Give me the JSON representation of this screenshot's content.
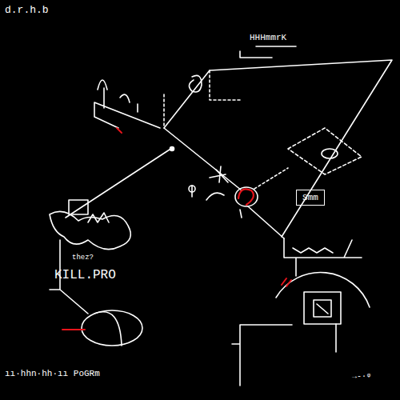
{
  "diagram": {
    "nodes": [
      {
        "text": [
          "Smm"
        ]
      }
    ],
    "labels": [
      "d.r.h.b",
      "HHHmmrK",
      "thez?",
      "KILL.PRO",
      "ıı·hhn·hh·ıı PoGRm",
      "→-·ᵠ"
    ]
  }
}
